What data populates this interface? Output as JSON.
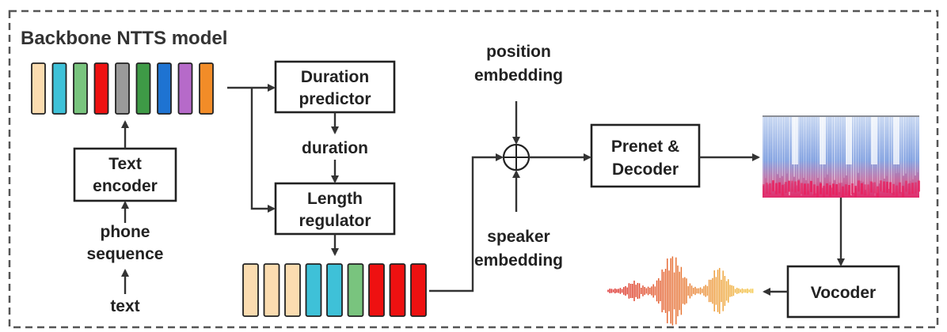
{
  "title": "Backbone NTTS model",
  "labels": {
    "text": "text",
    "phone_sequence": [
      "phone",
      "sequence"
    ],
    "text_encoder": [
      "Text",
      "encoder"
    ],
    "duration_predictor": [
      "Duration",
      "predictor"
    ],
    "duration": "duration",
    "length_regulator": [
      "Length",
      "regulator"
    ],
    "position_embedding": [
      "position",
      "embedding"
    ],
    "speaker_embedding": [
      "speaker",
      "embedding"
    ],
    "prenet_decoder": [
      "Prenet &",
      "Decoder"
    ],
    "vocoder": "Vocoder",
    "sum_symbol": "⊕"
  },
  "colors": {
    "peach": "#FBDCB0",
    "cyan": "#3EC1D8",
    "green": "#79C47E",
    "red": "#EE1111",
    "gray": "#9A9A9A",
    "dark_green": "#3E9A46",
    "blue": "#1E73D2",
    "purple": "#B66AC9",
    "orange": "#F28C28"
  },
  "encoder_tokens": [
    "peach",
    "cyan",
    "green",
    "red",
    "gray",
    "dark_green",
    "blue",
    "purple",
    "orange"
  ],
  "regulated_tokens": [
    "peach",
    "peach",
    "peach",
    "cyan",
    "cyan",
    "green",
    "red",
    "red",
    "red"
  ],
  "icons": [
    "spectrogram-icon",
    "waveform-icon",
    "sum-operator-icon"
  ]
}
